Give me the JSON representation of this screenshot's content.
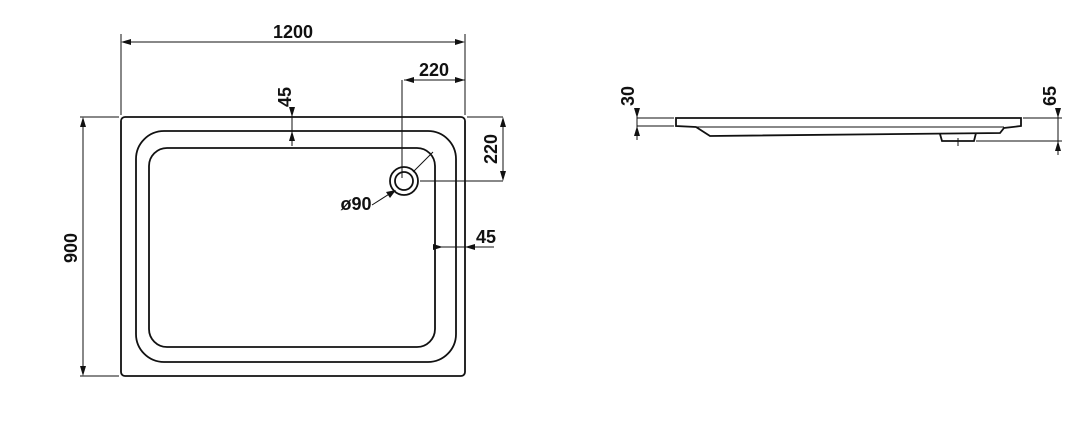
{
  "drawing": {
    "colors": {
      "line": "#111111",
      "background": "#ffffff"
    },
    "plan_view": {
      "width": "1200",
      "depth": "900",
      "drain_offset_x": "220",
      "drain_offset_y": "220",
      "rim_top": "45",
      "rim_side": "45",
      "drain_diameter": "ø90"
    },
    "side_view": {
      "rim_height": "30",
      "total_height": "65"
    }
  }
}
